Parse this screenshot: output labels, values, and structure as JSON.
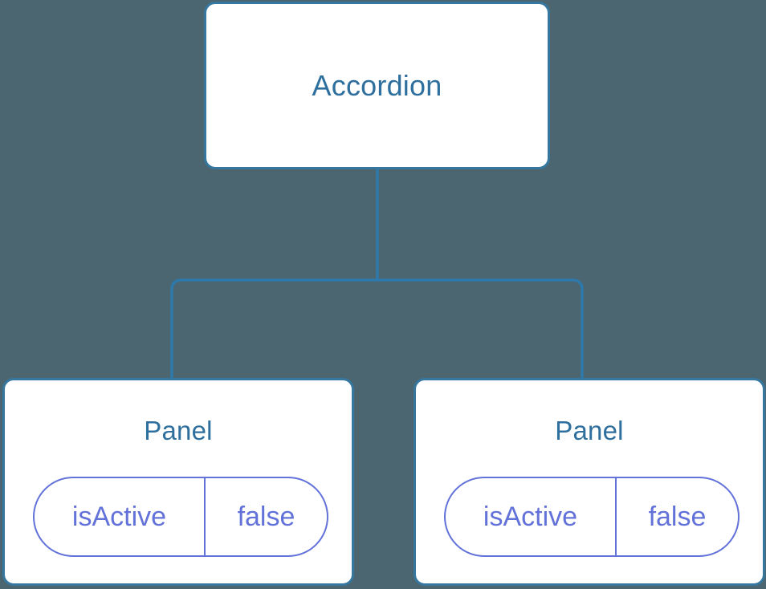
{
  "diagram": {
    "type": "component-tree",
    "background_color": "#4c6671",
    "edge_color": "#2e79ab",
    "card_border_color": "#35779f",
    "card_background_color": "#ffffff",
    "title_color": "#2e6f9e",
    "pill_color": "#6272d8",
    "root": {
      "title": "Accordion"
    },
    "children": [
      {
        "title": "Panel",
        "state": {
          "key": "isActive",
          "value": "false"
        }
      },
      {
        "title": "Panel",
        "state": {
          "key": "isActive",
          "value": "false"
        }
      }
    ]
  }
}
